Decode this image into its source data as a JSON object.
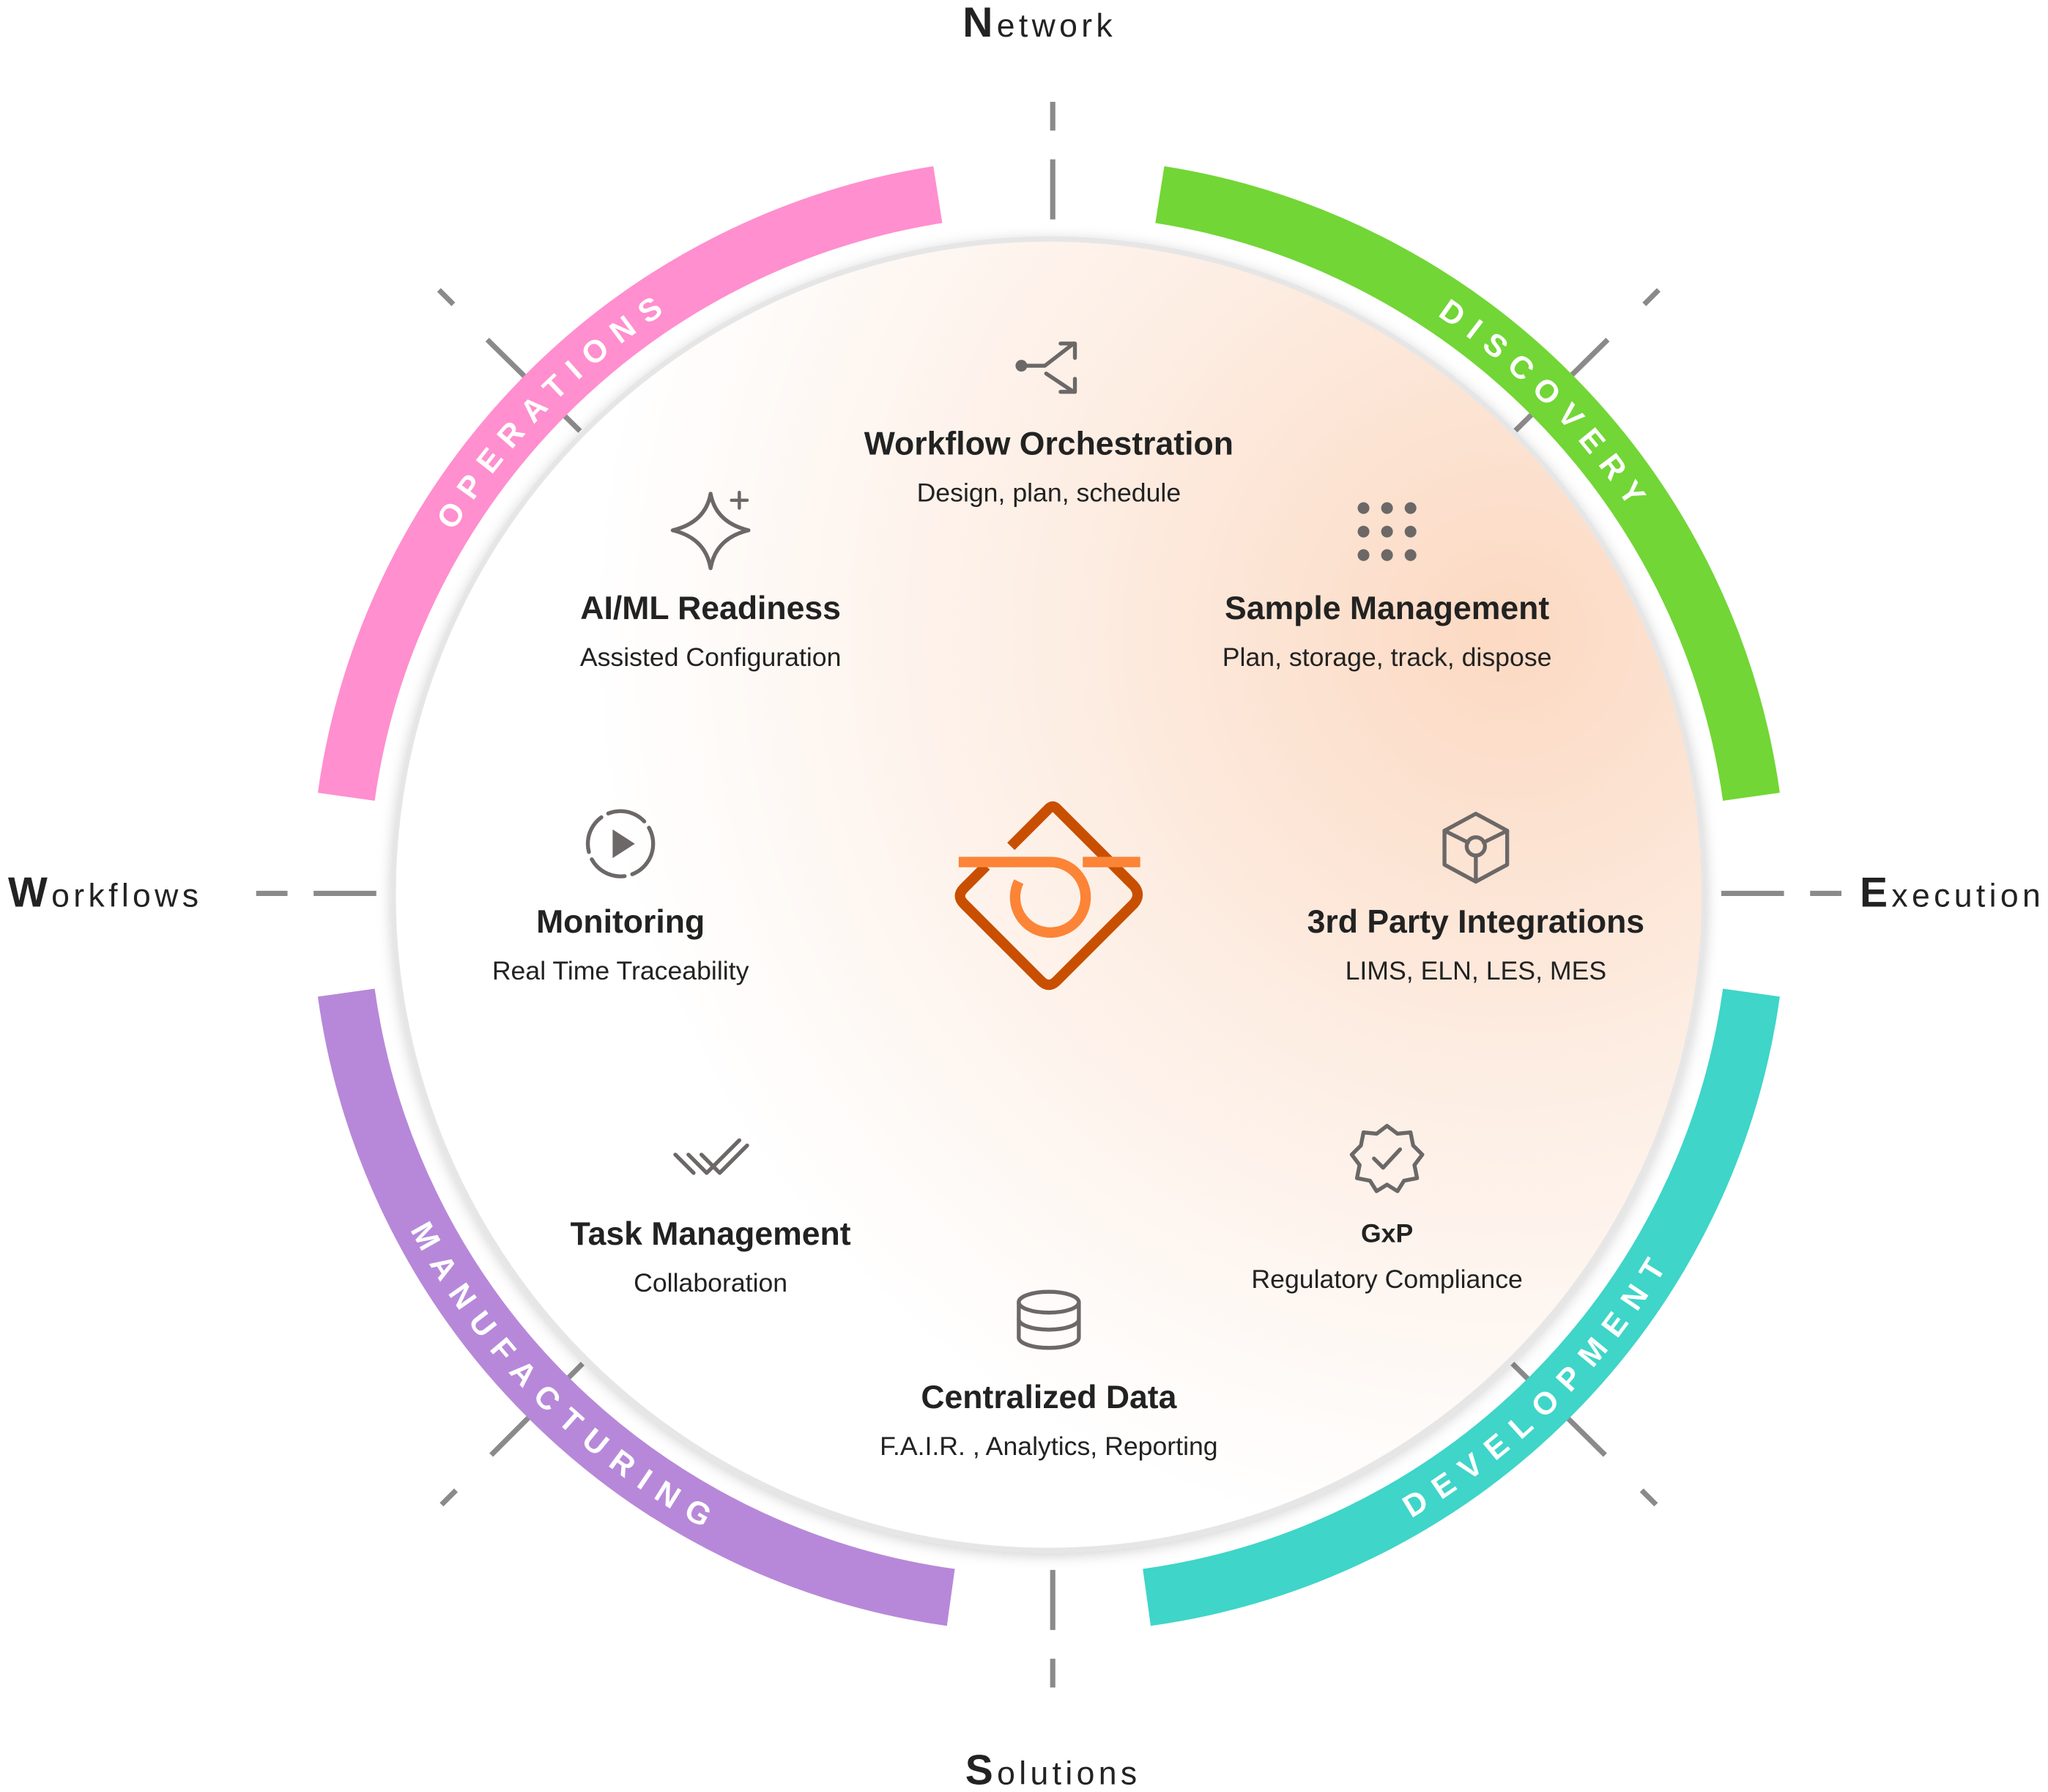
{
  "axes": {
    "north": {
      "cap": "N",
      "rest": "etwork"
    },
    "east": {
      "cap": "E",
      "rest": "xecution"
    },
    "south": {
      "cap": "S",
      "rest": "olutions"
    },
    "west": {
      "cap": "W",
      "rest": "orkflows"
    }
  },
  "arcs": [
    {
      "label": "DISCOVERY",
      "color": "#72d636"
    },
    {
      "label": "DEVELOPMENT",
      "color": "#3fd5c9"
    },
    {
      "label": "MANUFACTURING",
      "color": "#b788d9"
    },
    {
      "label": "OPERATIONS",
      "color": "#ff8fcf"
    }
  ],
  "features": [
    {
      "title": "Workflow Orchestration",
      "subtitle": "Design, plan, schedule",
      "icon": "workflow-split-icon"
    },
    {
      "title": "Sample Management",
      "subtitle": "Plan, storage, track, dispose",
      "icon": "dot-grid-icon"
    },
    {
      "title": "3rd Party Integrations",
      "subtitle": "LIMS, ELN, LES, MES",
      "icon": "cube-icon"
    },
    {
      "title": "GxP",
      "subtitle": "Regulatory Compliance",
      "icon": "badge-check-icon"
    },
    {
      "title": "Centralized Data",
      "subtitle": "F.A.I.R. , Analytics, Reporting",
      "icon": "database-icon"
    },
    {
      "title": "Task Management",
      "subtitle": "Collaboration",
      "icon": "double-check-icon"
    },
    {
      "title": "Monitoring",
      "subtitle": "Real Time Traceability",
      "icon": "play-circle-icon"
    },
    {
      "title": "AI/ML Readiness",
      "subtitle": "Assisted Configuration",
      "icon": "sparkle-icon"
    }
  ],
  "colors": {
    "logo_dark": "#c94f00",
    "logo_light": "#fb8437",
    "glow": "#fde3d2"
  }
}
